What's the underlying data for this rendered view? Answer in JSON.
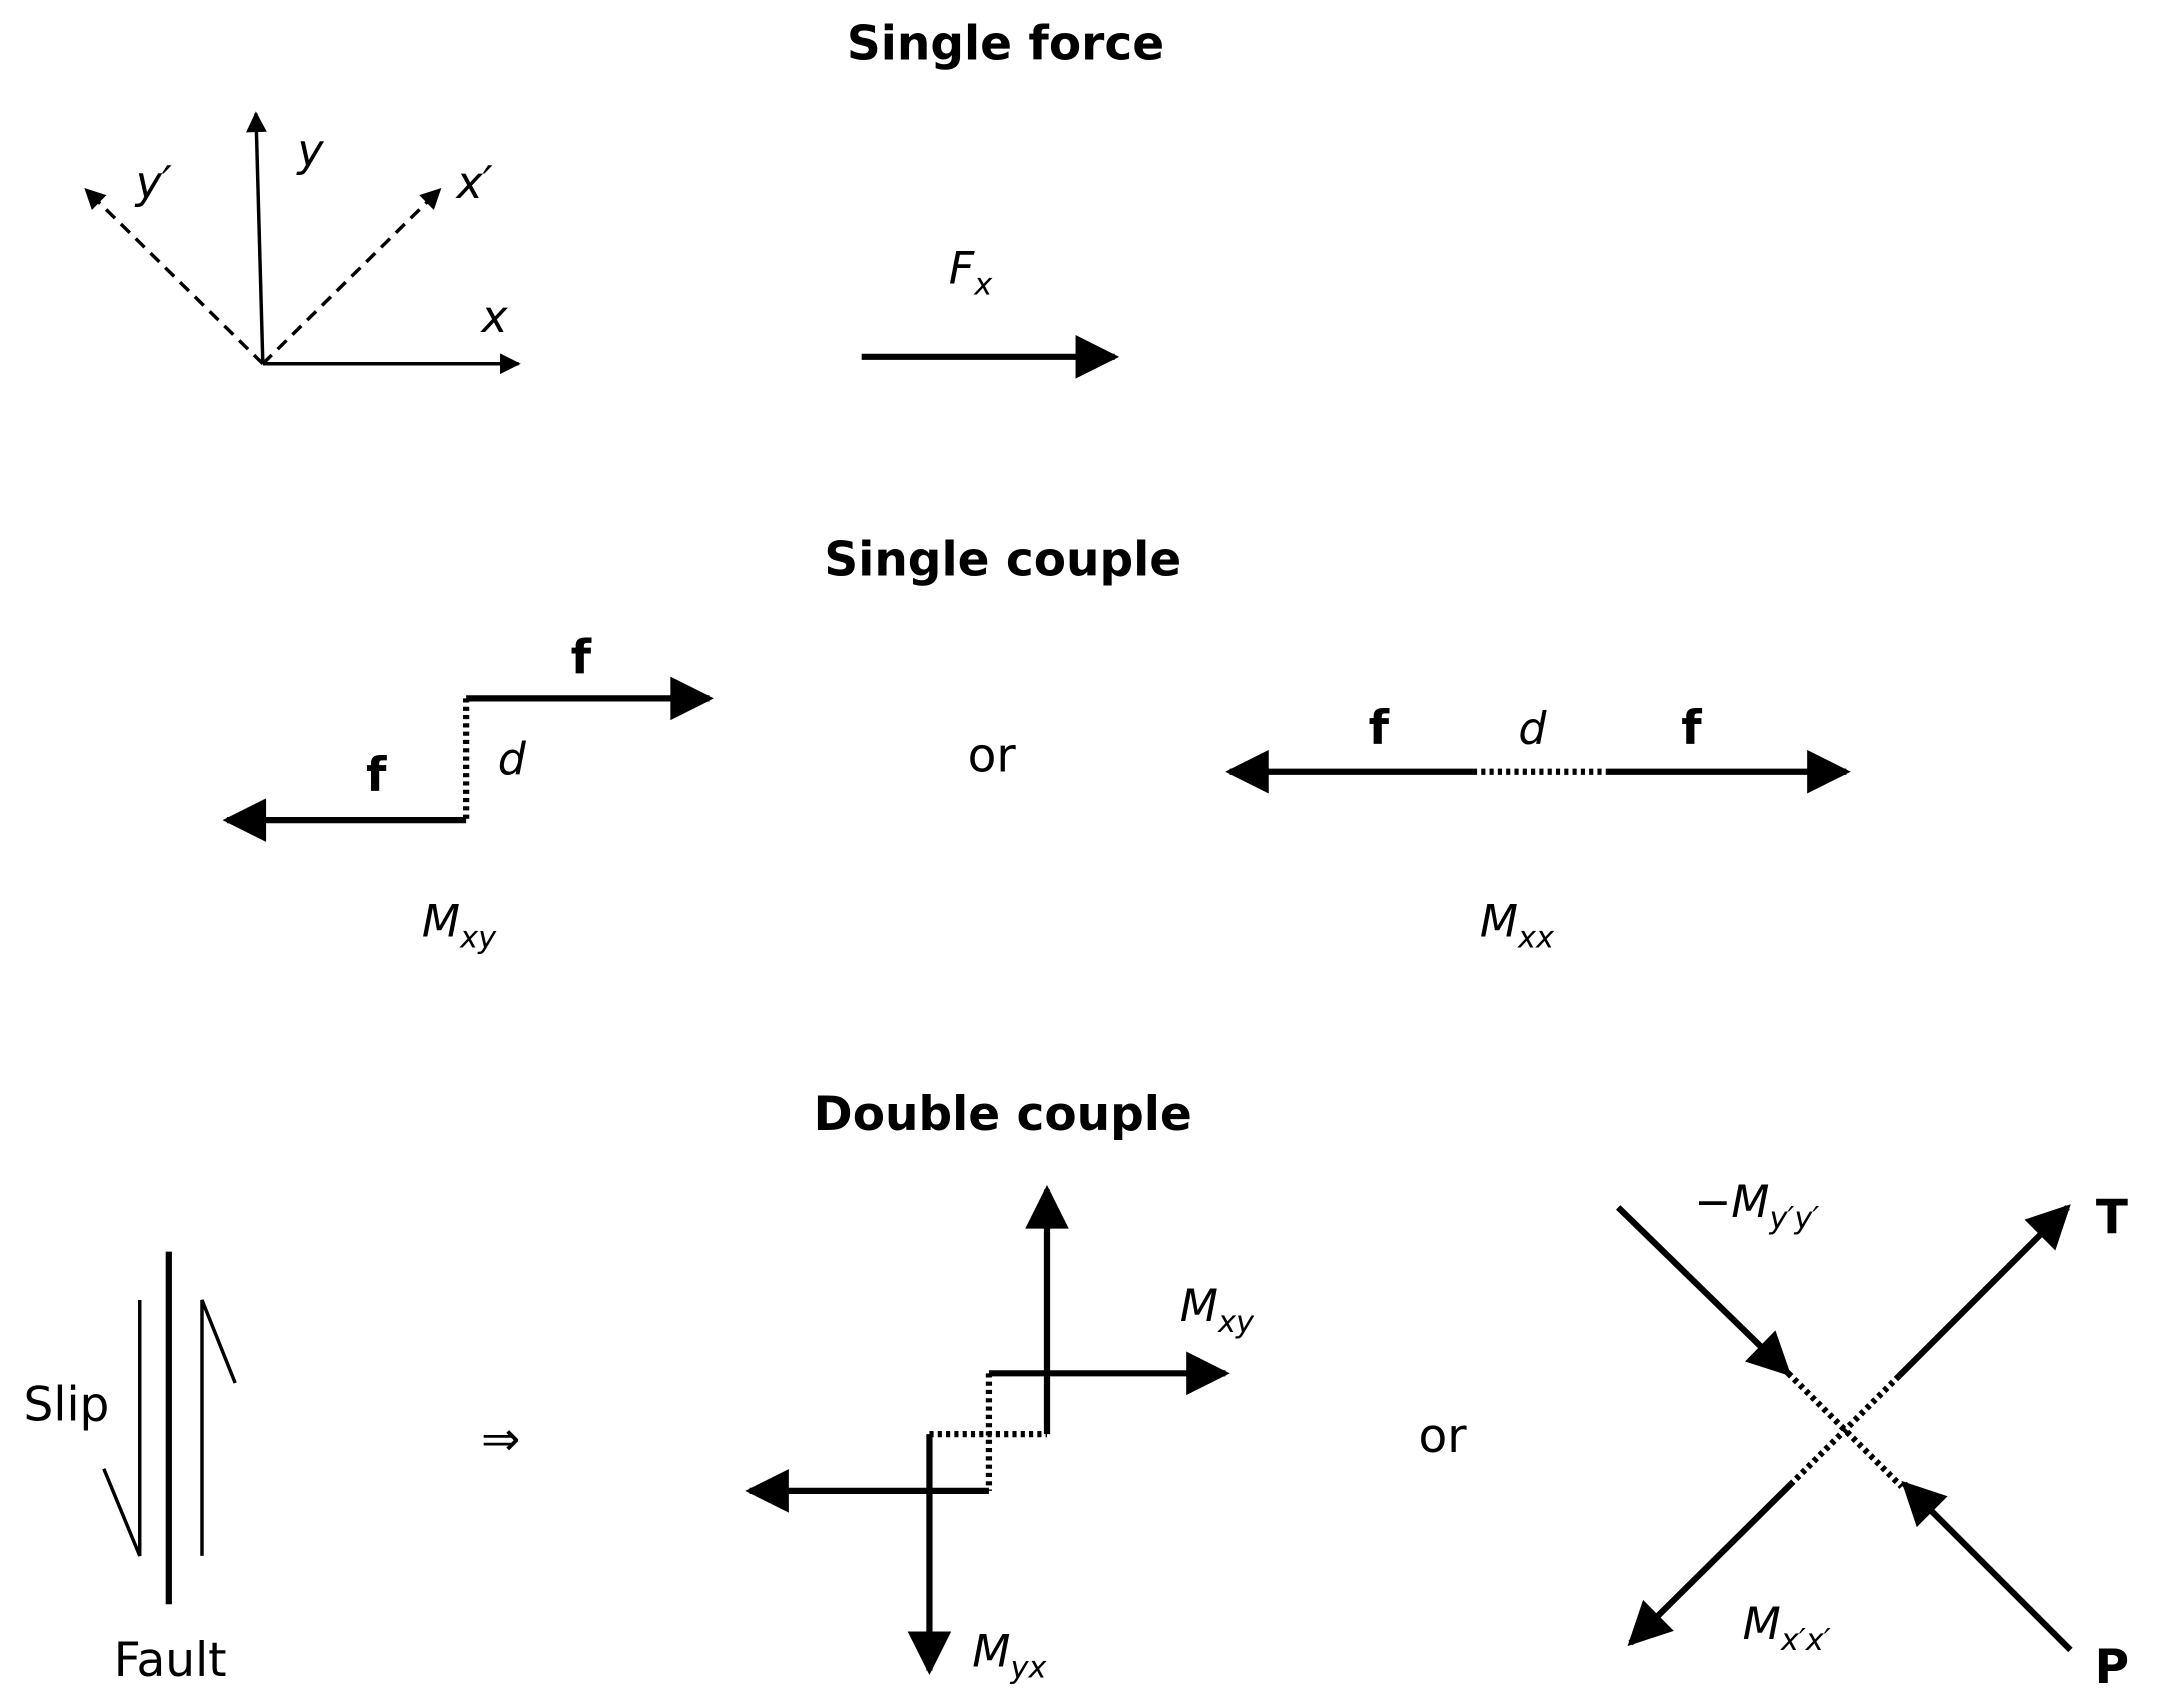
{
  "sections": {
    "single_force": {
      "title": "Single force",
      "axes": {
        "y": "y",
        "x": "x",
        "y_prime": "y′",
        "x_prime": "x′"
      },
      "force": {
        "main": "F",
        "sub": "x"
      }
    },
    "single_couple": {
      "title": "Single couple",
      "left": {
        "f1": "f",
        "f2": "f",
        "d": "d",
        "label_main": "M",
        "label_sub": "xy"
      },
      "or": "or",
      "right": {
        "f1": "f",
        "d": "d",
        "f2": "f",
        "label_main": "M",
        "label_sub": "xx"
      }
    },
    "double_couple": {
      "title": "Double couple",
      "fault": {
        "slip": "Slip",
        "fault": "Fault"
      },
      "implies": "⇒",
      "middle": {
        "mxy_main": "M",
        "mxy_sub": "xy",
        "myx_main": "M",
        "myx_sub": "yx"
      },
      "or": "or",
      "right": {
        "neg_main": "−M",
        "neg_sub": "y′y′",
        "pos_main": "M",
        "pos_sub": "x′x′",
        "T": "T",
        "P": "P"
      }
    }
  }
}
